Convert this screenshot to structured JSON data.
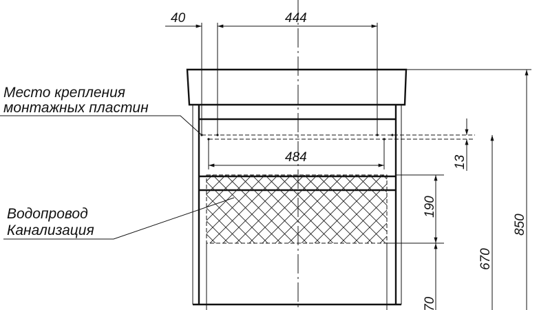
{
  "labels": {
    "mounting_line1": "Место крепления",
    "mounting_line2": "монтажных пластин",
    "plumbing_line1": "Водопровод",
    "plumbing_line2": "Канализация"
  },
  "dimensions": {
    "offset": "40",
    "mount_spacing": "444",
    "inner_width": "484",
    "mount_offset": "13",
    "pipe_zone": "190",
    "pipe_height": "670",
    "bottom": "70",
    "total_height": "850"
  }
}
